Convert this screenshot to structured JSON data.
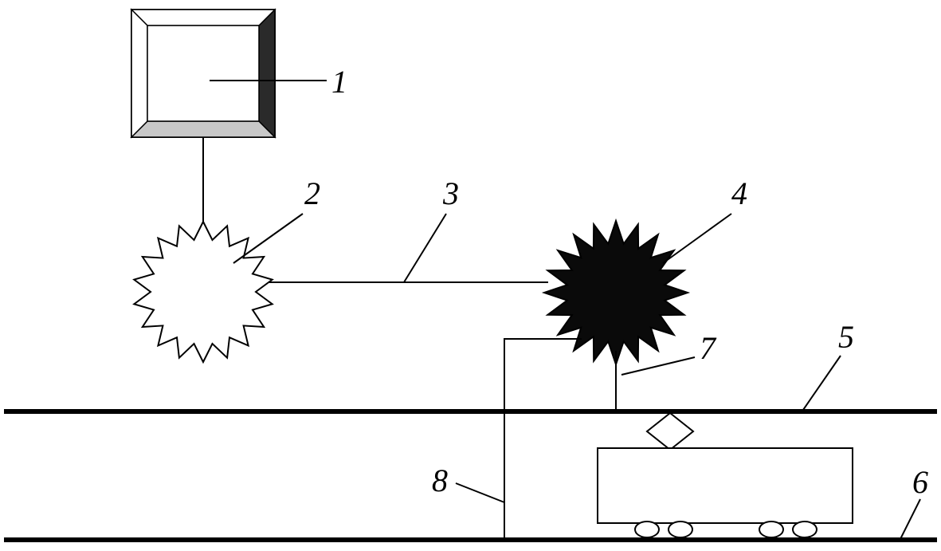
{
  "labels": {
    "l1": "1",
    "l2": "2",
    "l3": "3",
    "l4": "4",
    "l5": "5",
    "l6": "6",
    "l7": "7",
    "l8": "8"
  },
  "colors": {
    "line": "#000000",
    "background": "#ffffff",
    "box_face": "#ffffff",
    "box_bevel_top": "#ffffff",
    "box_bevel_bottom": "#c8c8c8",
    "box_bevel_right": "#2a2a2a",
    "star_fill_dark": "#0a0a0a"
  }
}
